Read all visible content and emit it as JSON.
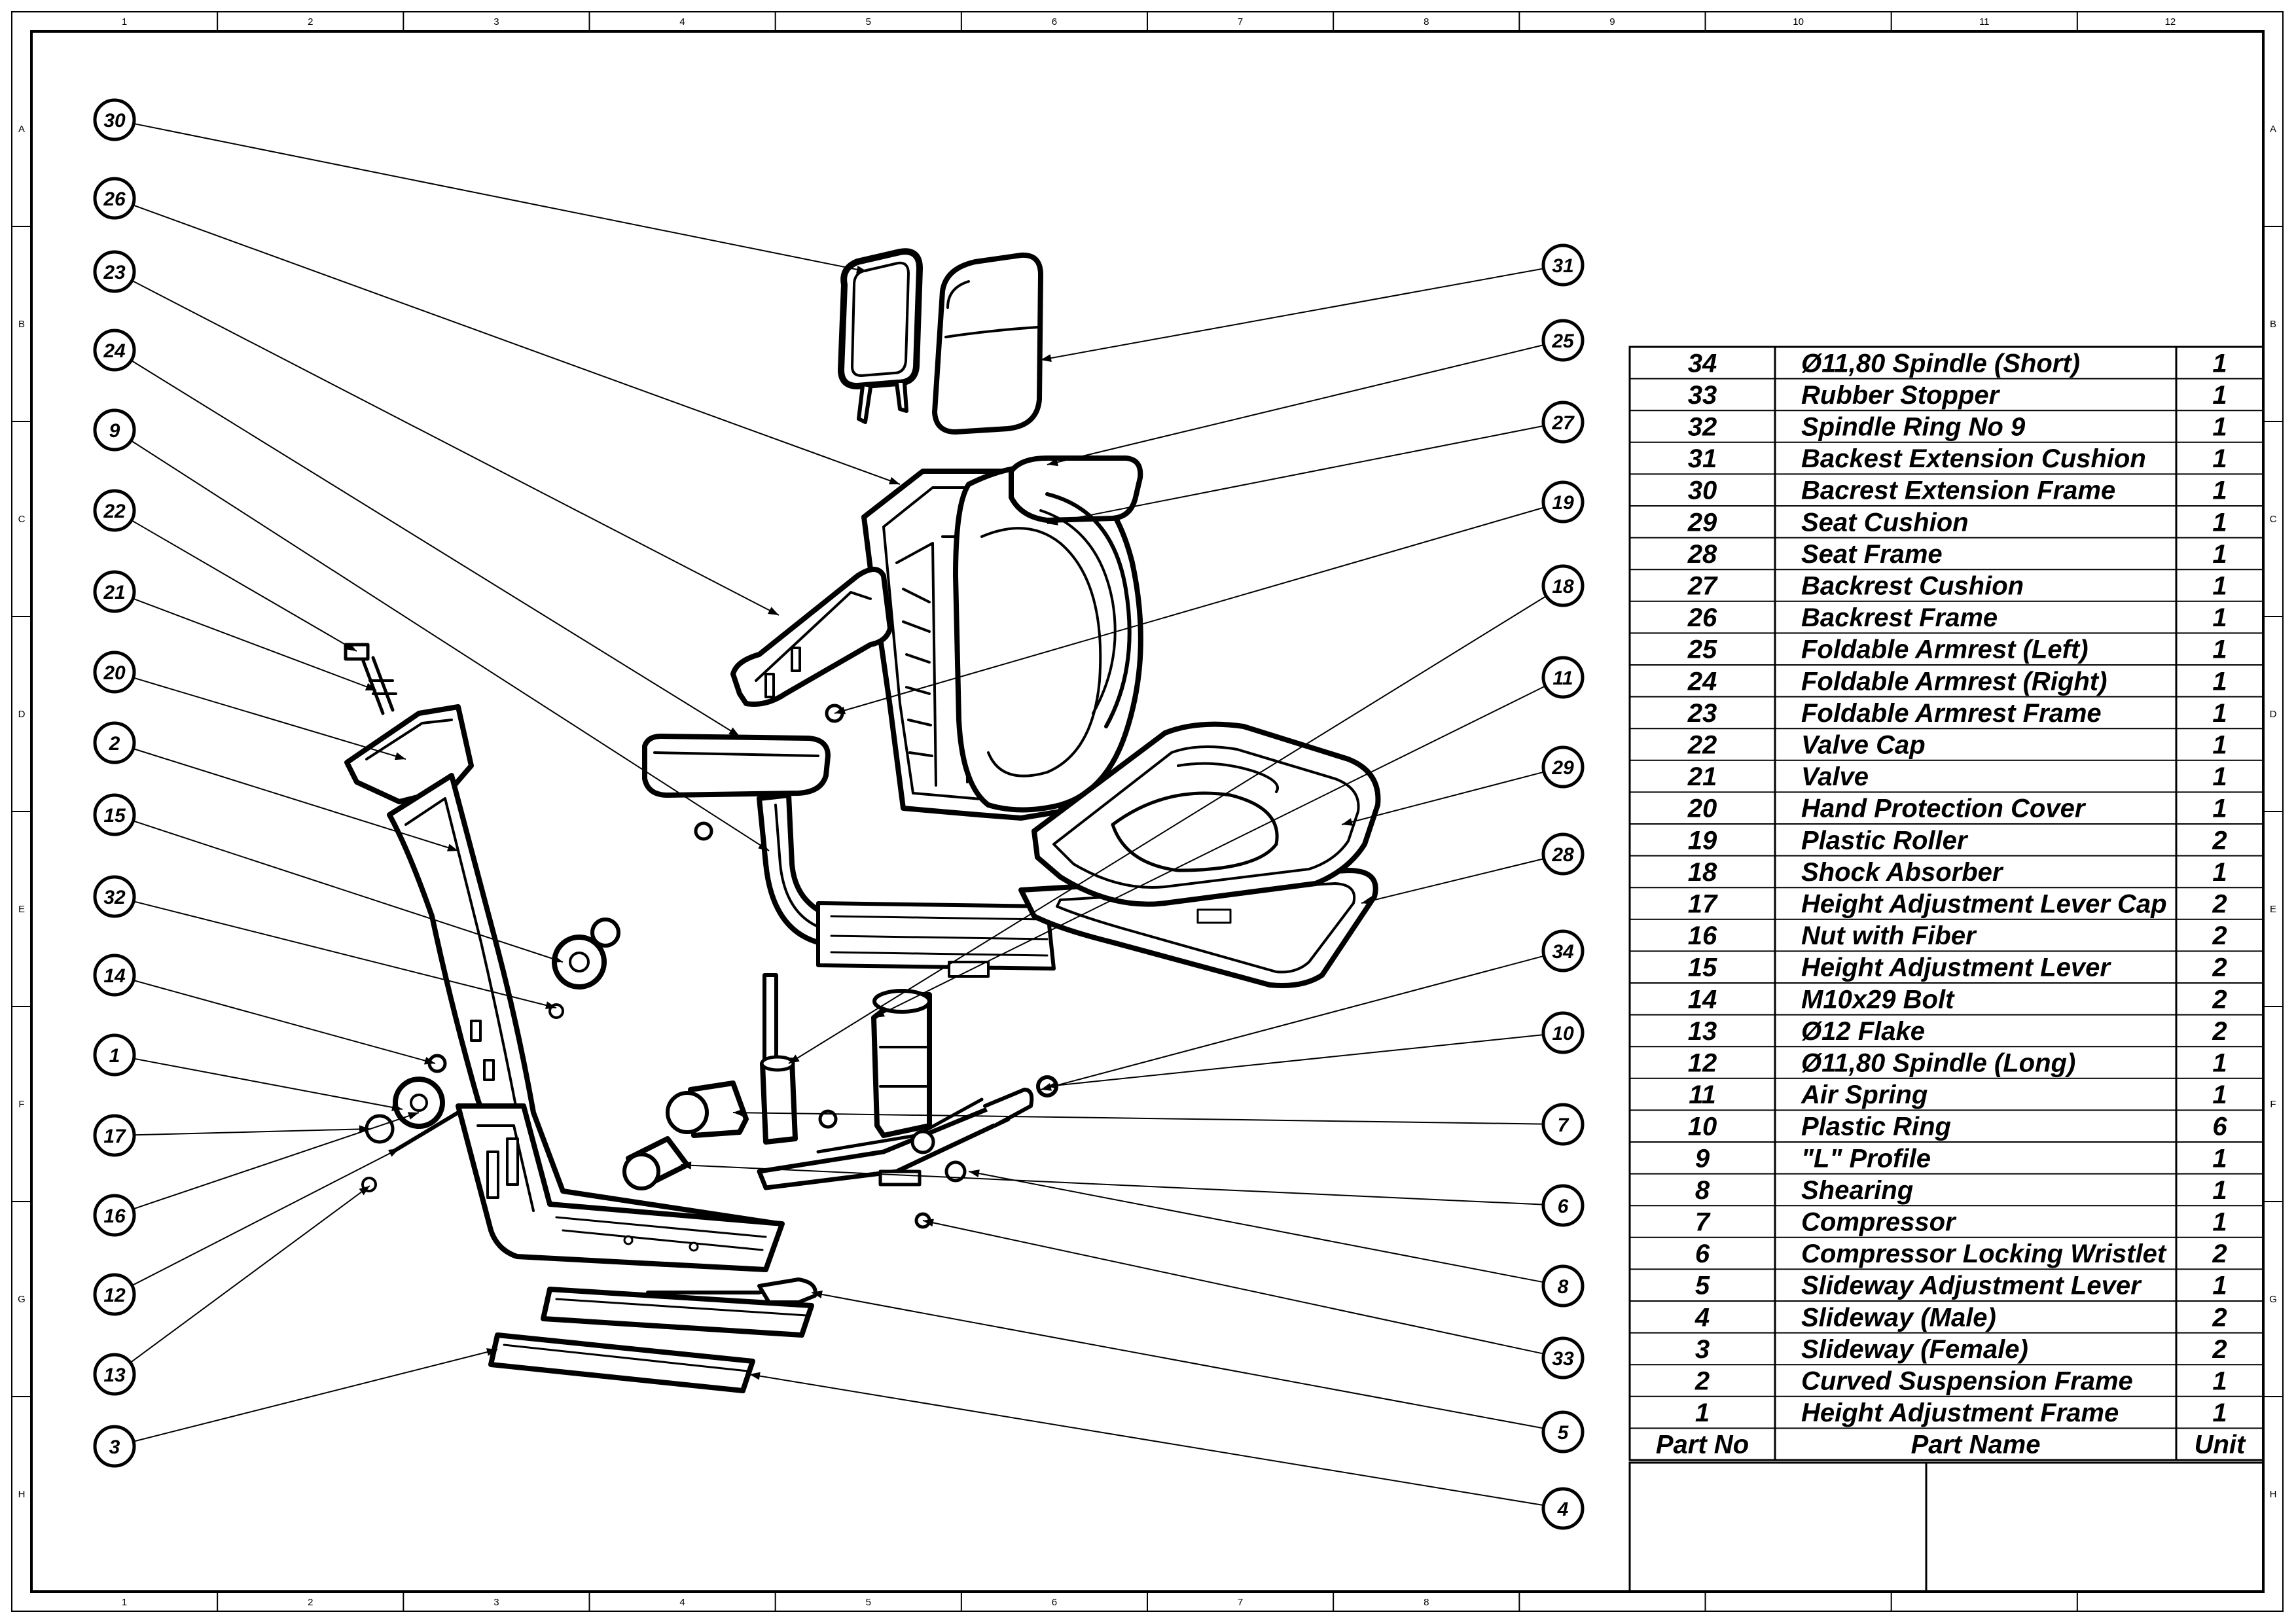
{
  "drawing": {
    "columns": [
      "1",
      "2",
      "3",
      "4",
      "5",
      "6",
      "7",
      "8",
      "9",
      "10",
      "11",
      "12"
    ],
    "bottom_columns": [
      "1",
      "2",
      "3",
      "4",
      "5",
      "6",
      "7",
      "8"
    ],
    "rows": [
      "A",
      "B",
      "C",
      "D",
      "E",
      "F",
      "G",
      "H"
    ]
  },
  "callouts": [
    {
      "id": "30",
      "side": "L"
    },
    {
      "id": "26",
      "side": "L"
    },
    {
      "id": "23",
      "side": "L"
    },
    {
      "id": "24",
      "side": "L"
    },
    {
      "id": "9",
      "side": "L"
    },
    {
      "id": "22",
      "side": "L"
    },
    {
      "id": "21",
      "side": "L"
    },
    {
      "id": "20",
      "side": "L"
    },
    {
      "id": "2",
      "side": "L"
    },
    {
      "id": "15",
      "side": "L"
    },
    {
      "id": "32",
      "side": "L"
    },
    {
      "id": "14",
      "side": "L"
    },
    {
      "id": "1",
      "side": "L"
    },
    {
      "id": "17",
      "side": "L"
    },
    {
      "id": "16",
      "side": "L"
    },
    {
      "id": "12",
      "side": "L"
    },
    {
      "id": "13",
      "side": "L"
    },
    {
      "id": "3",
      "side": "L"
    },
    {
      "id": "31",
      "side": "R"
    },
    {
      "id": "25",
      "side": "R"
    },
    {
      "id": "27",
      "side": "R"
    },
    {
      "id": "19",
      "side": "R"
    },
    {
      "id": "18",
      "side": "R"
    },
    {
      "id": "11",
      "side": "R"
    },
    {
      "id": "29",
      "side": "R"
    },
    {
      "id": "28",
      "side": "R"
    },
    {
      "id": "34",
      "side": "R"
    },
    {
      "id": "10",
      "side": "R"
    },
    {
      "id": "7",
      "side": "R"
    },
    {
      "id": "6",
      "side": "R"
    },
    {
      "id": "8",
      "side": "R"
    },
    {
      "id": "33",
      "side": "R"
    },
    {
      "id": "5",
      "side": "R"
    },
    {
      "id": "4",
      "side": "R"
    }
  ],
  "bom": {
    "header": {
      "part_no": "Part No",
      "part_name": "Part Name",
      "unit": "Unit"
    },
    "rows": [
      {
        "no": "34",
        "name": "Ø11,80 Spindle (Short)",
        "unit": "1"
      },
      {
        "no": "33",
        "name": "Rubber Stopper",
        "unit": "1"
      },
      {
        "no": "32",
        "name": "Spindle Ring No 9",
        "unit": "1"
      },
      {
        "no": "31",
        "name": "Backest Extension Cushion",
        "unit": "1"
      },
      {
        "no": "30",
        "name": "Bacrest Extension Frame",
        "unit": "1"
      },
      {
        "no": "29",
        "name": "Seat Cushion",
        "unit": "1"
      },
      {
        "no": "28",
        "name": "Seat Frame",
        "unit": "1"
      },
      {
        "no": "27",
        "name": "Backrest Cushion",
        "unit": "1"
      },
      {
        "no": "26",
        "name": "Backrest Frame",
        "unit": "1"
      },
      {
        "no": "25",
        "name": "Foldable Armrest (Left)",
        "unit": "1"
      },
      {
        "no": "24",
        "name": "Foldable Armrest (Right)",
        "unit": "1"
      },
      {
        "no": "23",
        "name": "Foldable Armrest Frame",
        "unit": "1"
      },
      {
        "no": "22",
        "name": "Valve Cap",
        "unit": "1"
      },
      {
        "no": "21",
        "name": "Valve",
        "unit": "1"
      },
      {
        "no": "20",
        "name": "Hand Protection Cover",
        "unit": "1"
      },
      {
        "no": "19",
        "name": "Plastic Roller",
        "unit": "2"
      },
      {
        "no": "18",
        "name": "Shock Absorber",
        "unit": "1"
      },
      {
        "no": "17",
        "name": "Height Adjustment Lever Cap",
        "unit": "2"
      },
      {
        "no": "16",
        "name": "Nut with Fiber",
        "unit": "2"
      },
      {
        "no": "15",
        "name": "Height Adjustment Lever",
        "unit": "2"
      },
      {
        "no": "14",
        "name": "M10x29 Bolt",
        "unit": "2"
      },
      {
        "no": "13",
        "name": "Ø12 Flake",
        "unit": "2"
      },
      {
        "no": "12",
        "name": "Ø11,80 Spindle (Long)",
        "unit": "1"
      },
      {
        "no": "11",
        "name": "Air Spring",
        "unit": "1"
      },
      {
        "no": "10",
        "name": "Plastic Ring",
        "unit": "6"
      },
      {
        "no": "9",
        "name": "\"L\" Profile",
        "unit": "1"
      },
      {
        "no": "8",
        "name": "Shearing",
        "unit": "1"
      },
      {
        "no": "7",
        "name": "Compressor",
        "unit": "1"
      },
      {
        "no": "6",
        "name": "Compressor Locking Wristlet",
        "unit": "2"
      },
      {
        "no": "5",
        "name": "Slideway Adjustment Lever",
        "unit": "1"
      },
      {
        "no": "4",
        "name": "Slideway (Male)",
        "unit": "2"
      },
      {
        "no": "3",
        "name": "Slideway (Female)",
        "unit": "2"
      },
      {
        "no": "2",
        "name": "Curved Suspension Frame",
        "unit": "1"
      },
      {
        "no": "1",
        "name": "Height Adjustment Frame",
        "unit": "1"
      }
    ]
  }
}
